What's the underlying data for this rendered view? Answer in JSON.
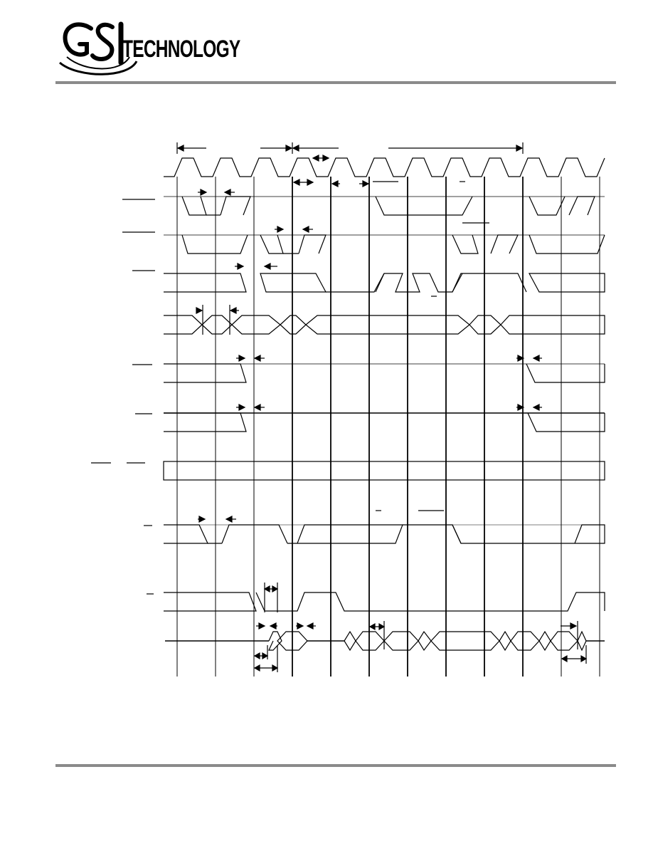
{
  "header": {
    "logo_text": "TECHNOLOGY",
    "logo_name": "GSI"
  },
  "colors": {
    "rule": "#8a8a8a",
    "ink": "#000000",
    "background": "#ffffff"
  },
  "diagram": {
    "type": "timing-diagram",
    "signal_count": 11,
    "clock_cycles": 11
  }
}
